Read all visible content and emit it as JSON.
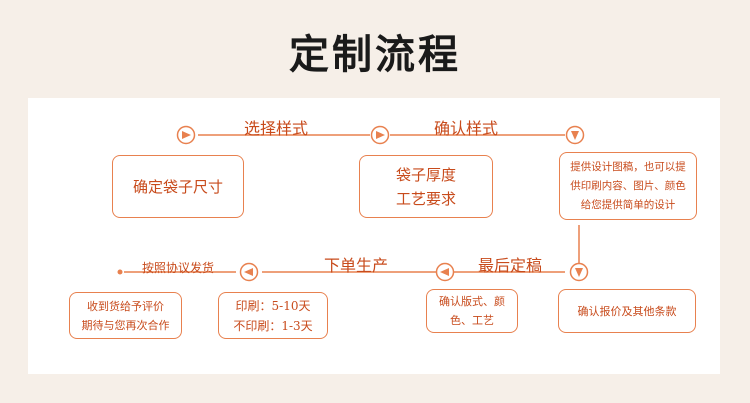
{
  "title": "定制流程",
  "colors": {
    "accent": "#e8814f",
    "text": "#c84b1c",
    "background": "#f6efe8",
    "panel": "#ffffff"
  },
  "labels": {
    "choose_style": "选择样式",
    "confirm_style": "确认样式",
    "final_draft": "最后定稿",
    "production": "下单生产",
    "ship": "按照协议发货"
  },
  "boxes": {
    "size": [
      "确定袋子尺寸"
    ],
    "thickness": [
      "袋子厚度",
      "工艺要求"
    ],
    "design": [
      "提供设计图稿，也可以提",
      "供印刷内容、图片、颜色",
      "给您提供简单的设计"
    ],
    "quote": [
      "确认报价及其他条款"
    ],
    "layout": [
      "确认版式、颜",
      "色、工艺"
    ],
    "print_time": [
      "印刷：5-10天",
      "不印刷：1-3天"
    ],
    "review": [
      "收到货给予评价",
      "期待与您再次合作"
    ]
  }
}
